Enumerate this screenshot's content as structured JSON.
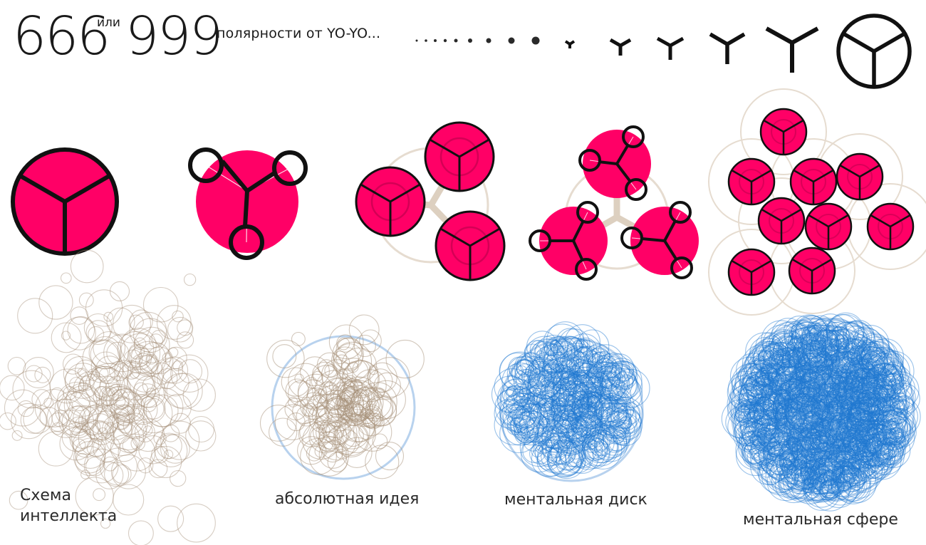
{
  "header": {
    "num1": "666",
    "connector": "или",
    "num2": "999",
    "tagline": "полярности от YO-YO..."
  },
  "colors": {
    "pink": "#ff0066",
    "ink": "#111111",
    "beige": "#a58f77",
    "blue": "#1f78d1",
    "halo": "#b8d2ee"
  },
  "captions": {
    "intellect_schema": "Схема интеллекта",
    "absolute_idea": "абсолютная идея",
    "mental_disk": "ментальная диск",
    "mental_sphere": "ментальная сфере"
  }
}
